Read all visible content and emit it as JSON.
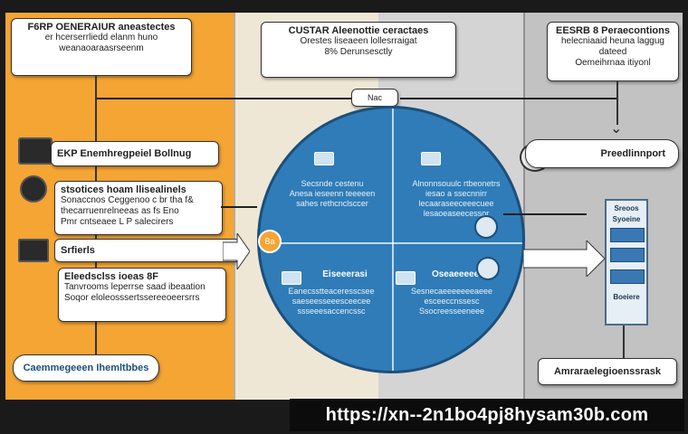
{
  "left_top_box": {
    "title": "F6RP OENERAIUR aneastectes",
    "line1": "er hcerserrliedd elanm huno",
    "line2": "weanaoaraasrseenm"
  },
  "mid_top_box": {
    "title": "CUSTAR Aleenottie ceractaes",
    "line1": "Orestes liseaeen lollesrraigat",
    "line2": "8% Derunsesctly"
  },
  "right_top_box": {
    "title": "EESRB 8 Peraecontions",
    "line1": "helecniaaid heuna laggug dateed",
    "line2": "Oemeihrnaa itiyonl"
  },
  "tag_box": "Nac",
  "left_row1": {
    "title": "EKP Enemhregpeiel Bollnug"
  },
  "left_row2": {
    "title": "stsotices hoam llisealinels",
    "line1": "Sonaccnos Ceggenoo c br tha f&",
    "line2": "thecarruenrelneeas as fs Eno",
    "line3": "Pmr cntseaee L P salecirers"
  },
  "left_row3": {
    "title": "Srfierls"
  },
  "left_row4": {
    "title": "Eleedsclss ioeas 8F",
    "line1": "Tanvrooms leperrse saad ibeaation",
    "line2": "Soqor eloleosssertssereeoeersrrs"
  },
  "left_bottom": "Caemmegeeen Ihemltbbes",
  "circle": {
    "q1_line1": "Secsnde cestenu",
    "q1_line2": "Anesa ieseenn teeeeen",
    "q1_line3": "sahes rethcnclsccer",
    "q2_line1": "Alnonnsouulc rtbeonetrs",
    "q2_line2": "iesao a ssecnnirr",
    "q2_line3": "lecaaraseeceeecuee",
    "q2_line4": "lesaoeaseecessor",
    "q3_title": "Eiseeerasi",
    "q3_line1": "Eanecsstteaceresscsee",
    "q3_line2": "saeseesseeesceecee",
    "q3_line3": "ssseeesaccencssc",
    "q4_title": "Oseaeeeeettes",
    "q4_line1": "Sesnecaeeeeeeeaeee",
    "q4_line2": "esceeccnssesc",
    "q4_line3": "Ssocreesseeneee",
    "badge": "Ba"
  },
  "right_row1": "Preedlinnport",
  "stack": {
    "top": "Sreoos",
    "mid": "Syoeine",
    "bottom": "Boeiere"
  },
  "right_bottom": "Amraraelegioenssrask",
  "url": "https://xn--2n1bo4pj8hysam30b.com",
  "colors": {
    "orange": "#f4a534",
    "blue": "#2f7cb8",
    "dark": "#1a1a1a"
  }
}
